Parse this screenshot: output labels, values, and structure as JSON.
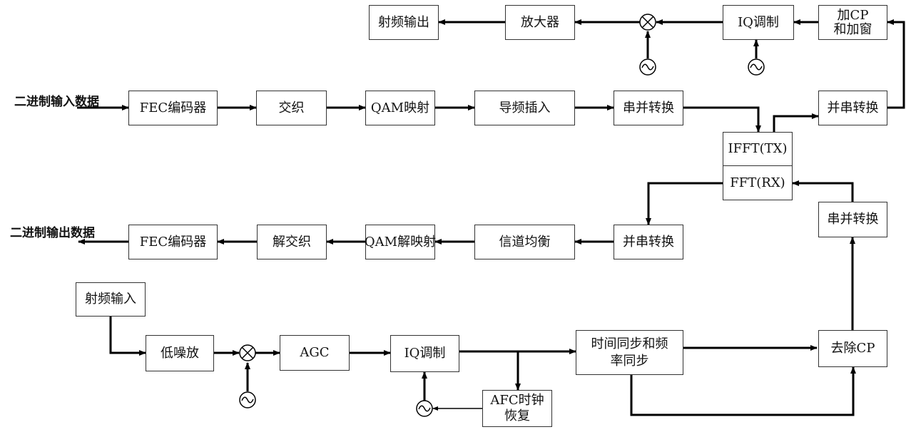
{
  "labels": {
    "input_data": "二进制输入数据",
    "output_data": "二进制输出数据"
  },
  "tx": {
    "fec": "FEC编码器",
    "interleave": "交织",
    "qam": "QAM映射",
    "pilot": "导频插入",
    "sp": "串并转换",
    "ps": "并串转换",
    "cp_window_1": "加CP",
    "cp_window_2": "和加窗",
    "iq": "IQ调制",
    "amp": "放大器",
    "rf_out": "射频输出"
  },
  "core": {
    "ifft": "IFFT(TX)",
    "fft": "FFT(RX)"
  },
  "rx": {
    "ps": "并串转换",
    "eq": "信道均衡",
    "qam_demap": "QAM解映射",
    "deinterleave": "解交织",
    "fec": "FEC编码器",
    "sp": "串并转换",
    "remove_cp": "去除CP",
    "sync_1": "时间同步和频",
    "sync_2": "率同步",
    "iq": "IQ调制",
    "afc_1": "AFC时钟",
    "afc_2": "恢复",
    "agc": "AGC",
    "lna": "低噪放",
    "rf_in": "射频输入"
  },
  "colors": {
    "line": "#000000",
    "box_border": "#333333"
  }
}
